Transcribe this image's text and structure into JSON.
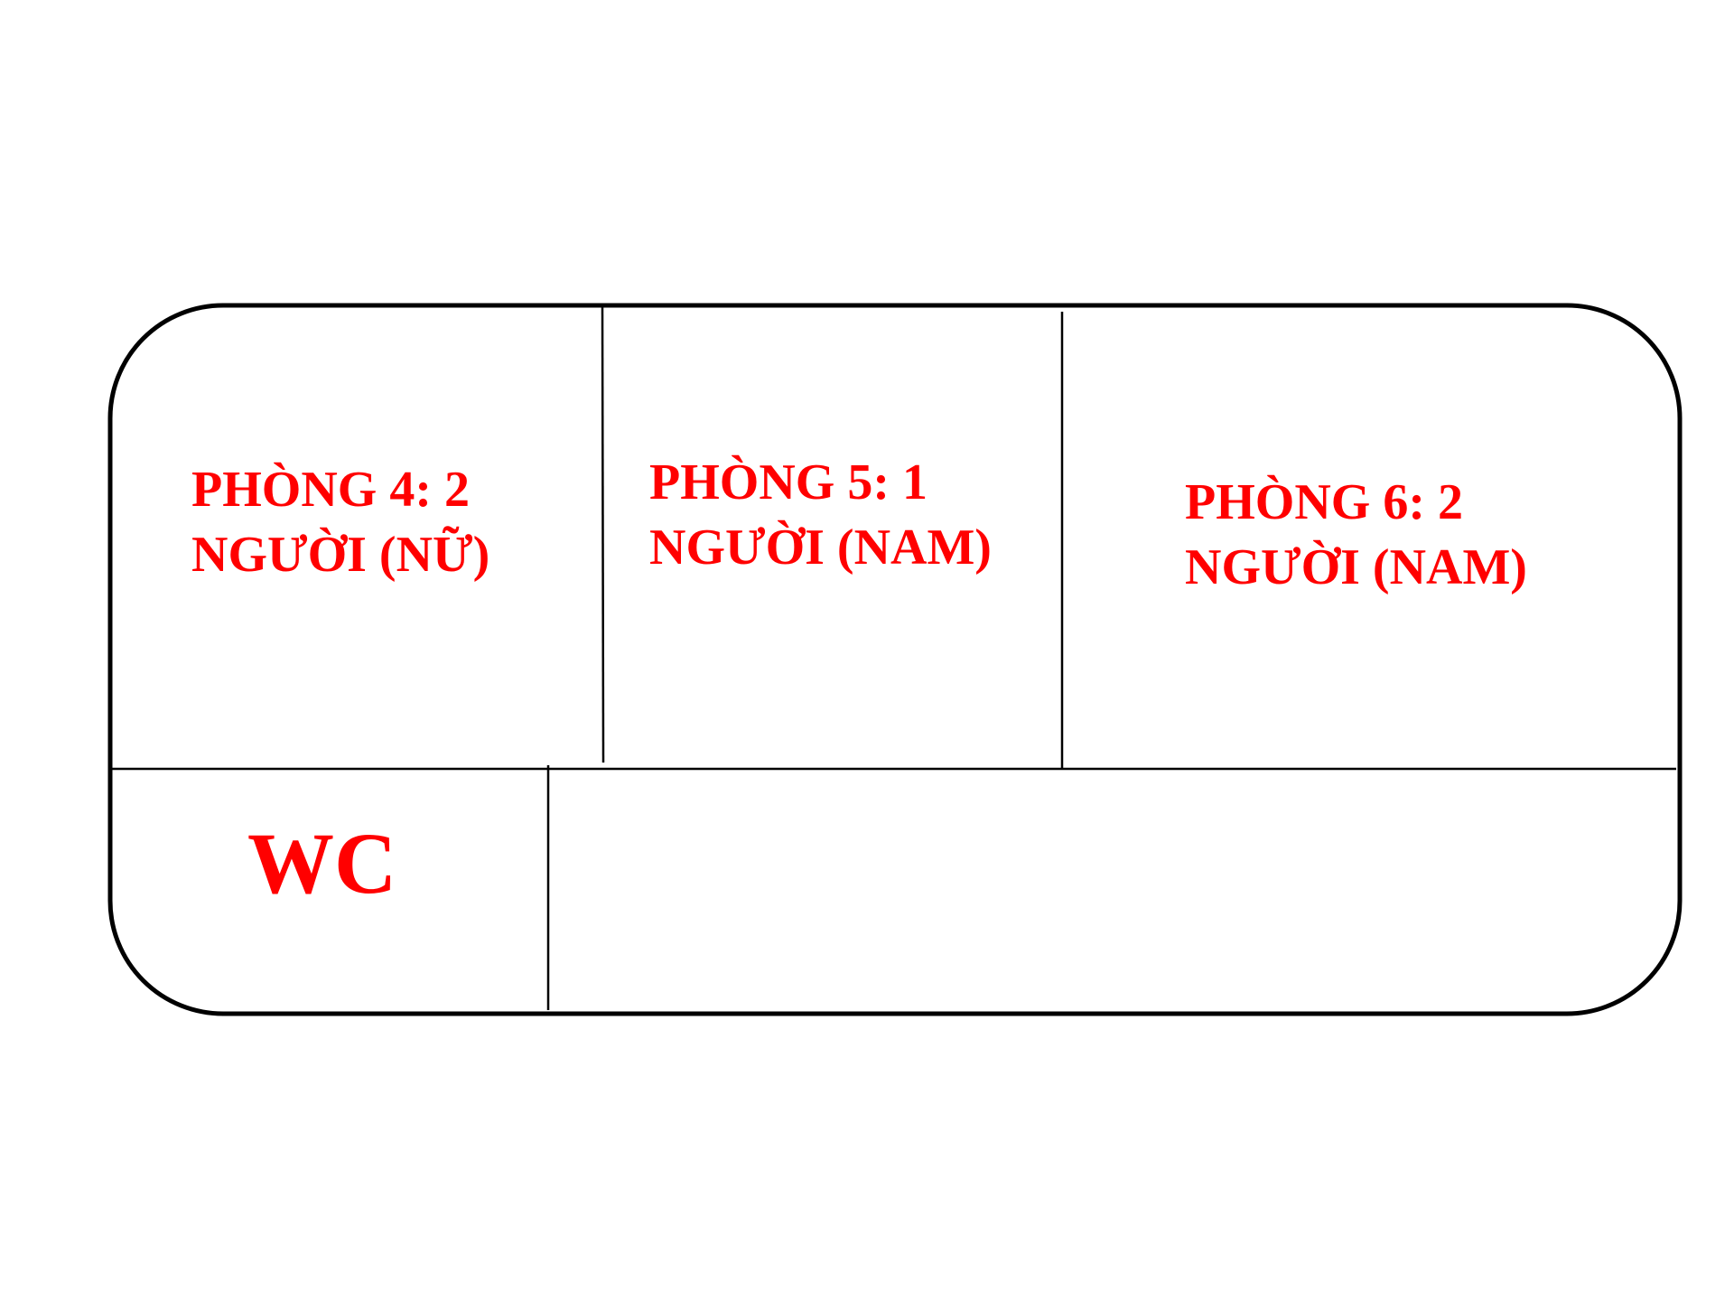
{
  "label_color": "#ff0000",
  "line_color": "#000000",
  "rooms": [
    {
      "line1": "PHÒNG 4: 2",
      "line2": "NGƯỜI (NỮ)"
    },
    {
      "line1": "PHÒNG 5: 1",
      "line2": "NGƯỜI (NAM)"
    },
    {
      "line1": "PHÒNG 6: 2",
      "line2": "NGƯỜI (NAM)"
    }
  ],
  "wc": {
    "label": "WC"
  }
}
